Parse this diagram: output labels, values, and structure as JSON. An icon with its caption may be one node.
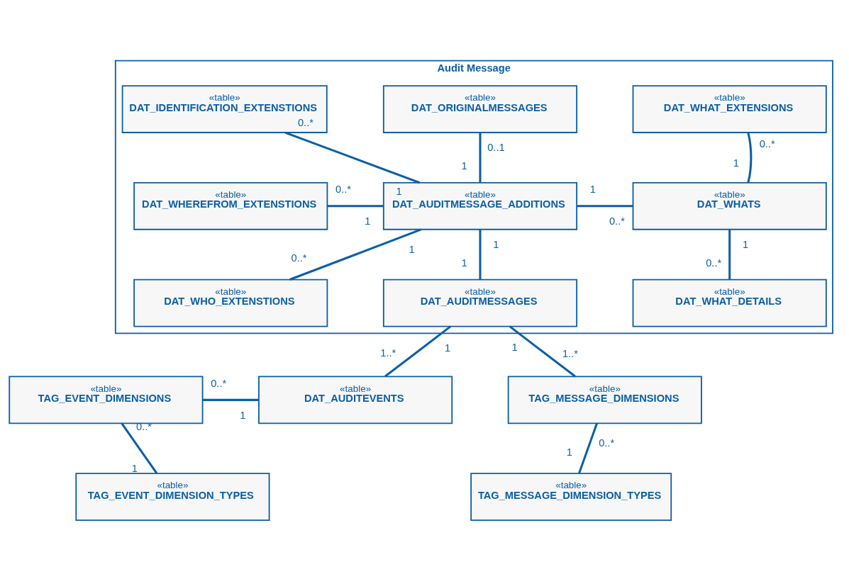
{
  "diagram": {
    "nodes": [
      {
        "text": [
          "Audit Message"
        ]
      },
      {
        "text": [
          "«table»",
          "DAT_IDENTIFICATION_EXTENSTIONS"
        ],
        "in": 0
      },
      {
        "text": [
          "«table»",
          "DAT_ORIGINALMESSAGES"
        ],
        "in": 0
      },
      {
        "text": [
          "«table»",
          "DAT_WHAT_EXTENSIONS"
        ],
        "in": 0
      },
      {
        "text": [
          "«table»",
          "DAT_WHEREFROM_EXTENSTIONS"
        ],
        "in": 0
      },
      {
        "text": [
          "«table»",
          "DAT_AUDITMESSAGE_ADDITIONS"
        ],
        "in": 0
      },
      {
        "text": [
          "«table»",
          "DAT_WHATS"
        ],
        "in": 0
      },
      {
        "text": [
          "«table»",
          "DAT_WHO_EXTENSTIONS"
        ],
        "in": 0
      },
      {
        "text": [
          "«table»",
          "DAT_AUDITMESSAGES"
        ],
        "in": 0
      },
      {
        "text": [
          "«table»",
          "DAT_WHAT_DETAILS"
        ],
        "in": 0
      },
      {
        "text": [
          "«table»",
          "TAG_EVENT_DIMENSIONS"
        ]
      },
      {
        "text": [
          "«table»",
          "DAT_AUDITEVENTS"
        ]
      },
      {
        "text": [
          "«table»",
          "TAG_MESSAGE_DIMENSIONS"
        ]
      },
      {
        "text": [
          "«table»",
          "TAG_EVENT_DIMENSION_TYPES"
        ]
      },
      {
        "text": [
          "«table»",
          "TAG_MESSAGE_DIMENSION_TYPES"
        ]
      }
    ],
    "edges": [
      {
        "from": 1,
        "to": 5,
        "arrow": "none"
      },
      {
        "from": 2,
        "to": 5,
        "arrow": "none"
      },
      {
        "from": 3,
        "to": 6,
        "arrow": "none"
      },
      {
        "from": 4,
        "to": 5,
        "arrow": "none"
      },
      {
        "from": 5,
        "to": 6,
        "arrow": "none"
      },
      {
        "from": 7,
        "to": 5,
        "arrow": "none"
      },
      {
        "from": 5,
        "to": 8,
        "arrow": "none"
      },
      {
        "from": 6,
        "to": 9,
        "arrow": "none"
      },
      {
        "from": 8,
        "to": 11,
        "arrow": "none"
      },
      {
        "from": 8,
        "to": 12,
        "arrow": "none"
      },
      {
        "from": 10,
        "to": 11,
        "arrow": "none"
      },
      {
        "from": 10,
        "to": 13,
        "arrow": "none"
      },
      {
        "from": 12,
        "to": 14,
        "arrow": "none"
      }
    ],
    "labels": [
      "0..*",
      "0..1",
      "0..*",
      "1",
      "1",
      "1",
      "0..*",
      "1",
      "1",
      "0..*",
      "1",
      "1",
      "1",
      "0..*",
      "1",
      "0..*",
      "1",
      "1",
      "1..*",
      "0..*",
      "1",
      "1..*",
      "0..*",
      "0..*",
      "1",
      "1"
    ]
  }
}
